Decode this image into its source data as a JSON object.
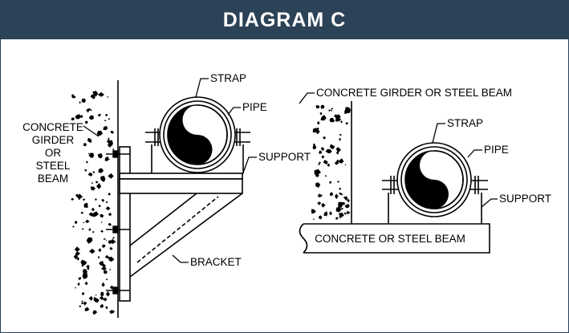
{
  "title": "DIAGRAM C",
  "colors": {
    "header_bg": "#2c4257",
    "header_text": "#ffffff",
    "line": "#000000"
  },
  "left_figure": {
    "strap": "STRAP",
    "pipe": "PIPE",
    "support": "SUPPORT",
    "bracket": "BRACKET",
    "wall_label": [
      "CONCRETE",
      "GIRDER",
      "OR",
      "STEEL",
      "BEAM"
    ]
  },
  "right_figure": {
    "wall_label": "CONCRETE GIRDER OR STEEL BEAM",
    "strap": "STRAP",
    "pipe": "PIPE",
    "support": "SUPPORT",
    "base_label": "CONCRETE OR STEEL BEAM"
  }
}
